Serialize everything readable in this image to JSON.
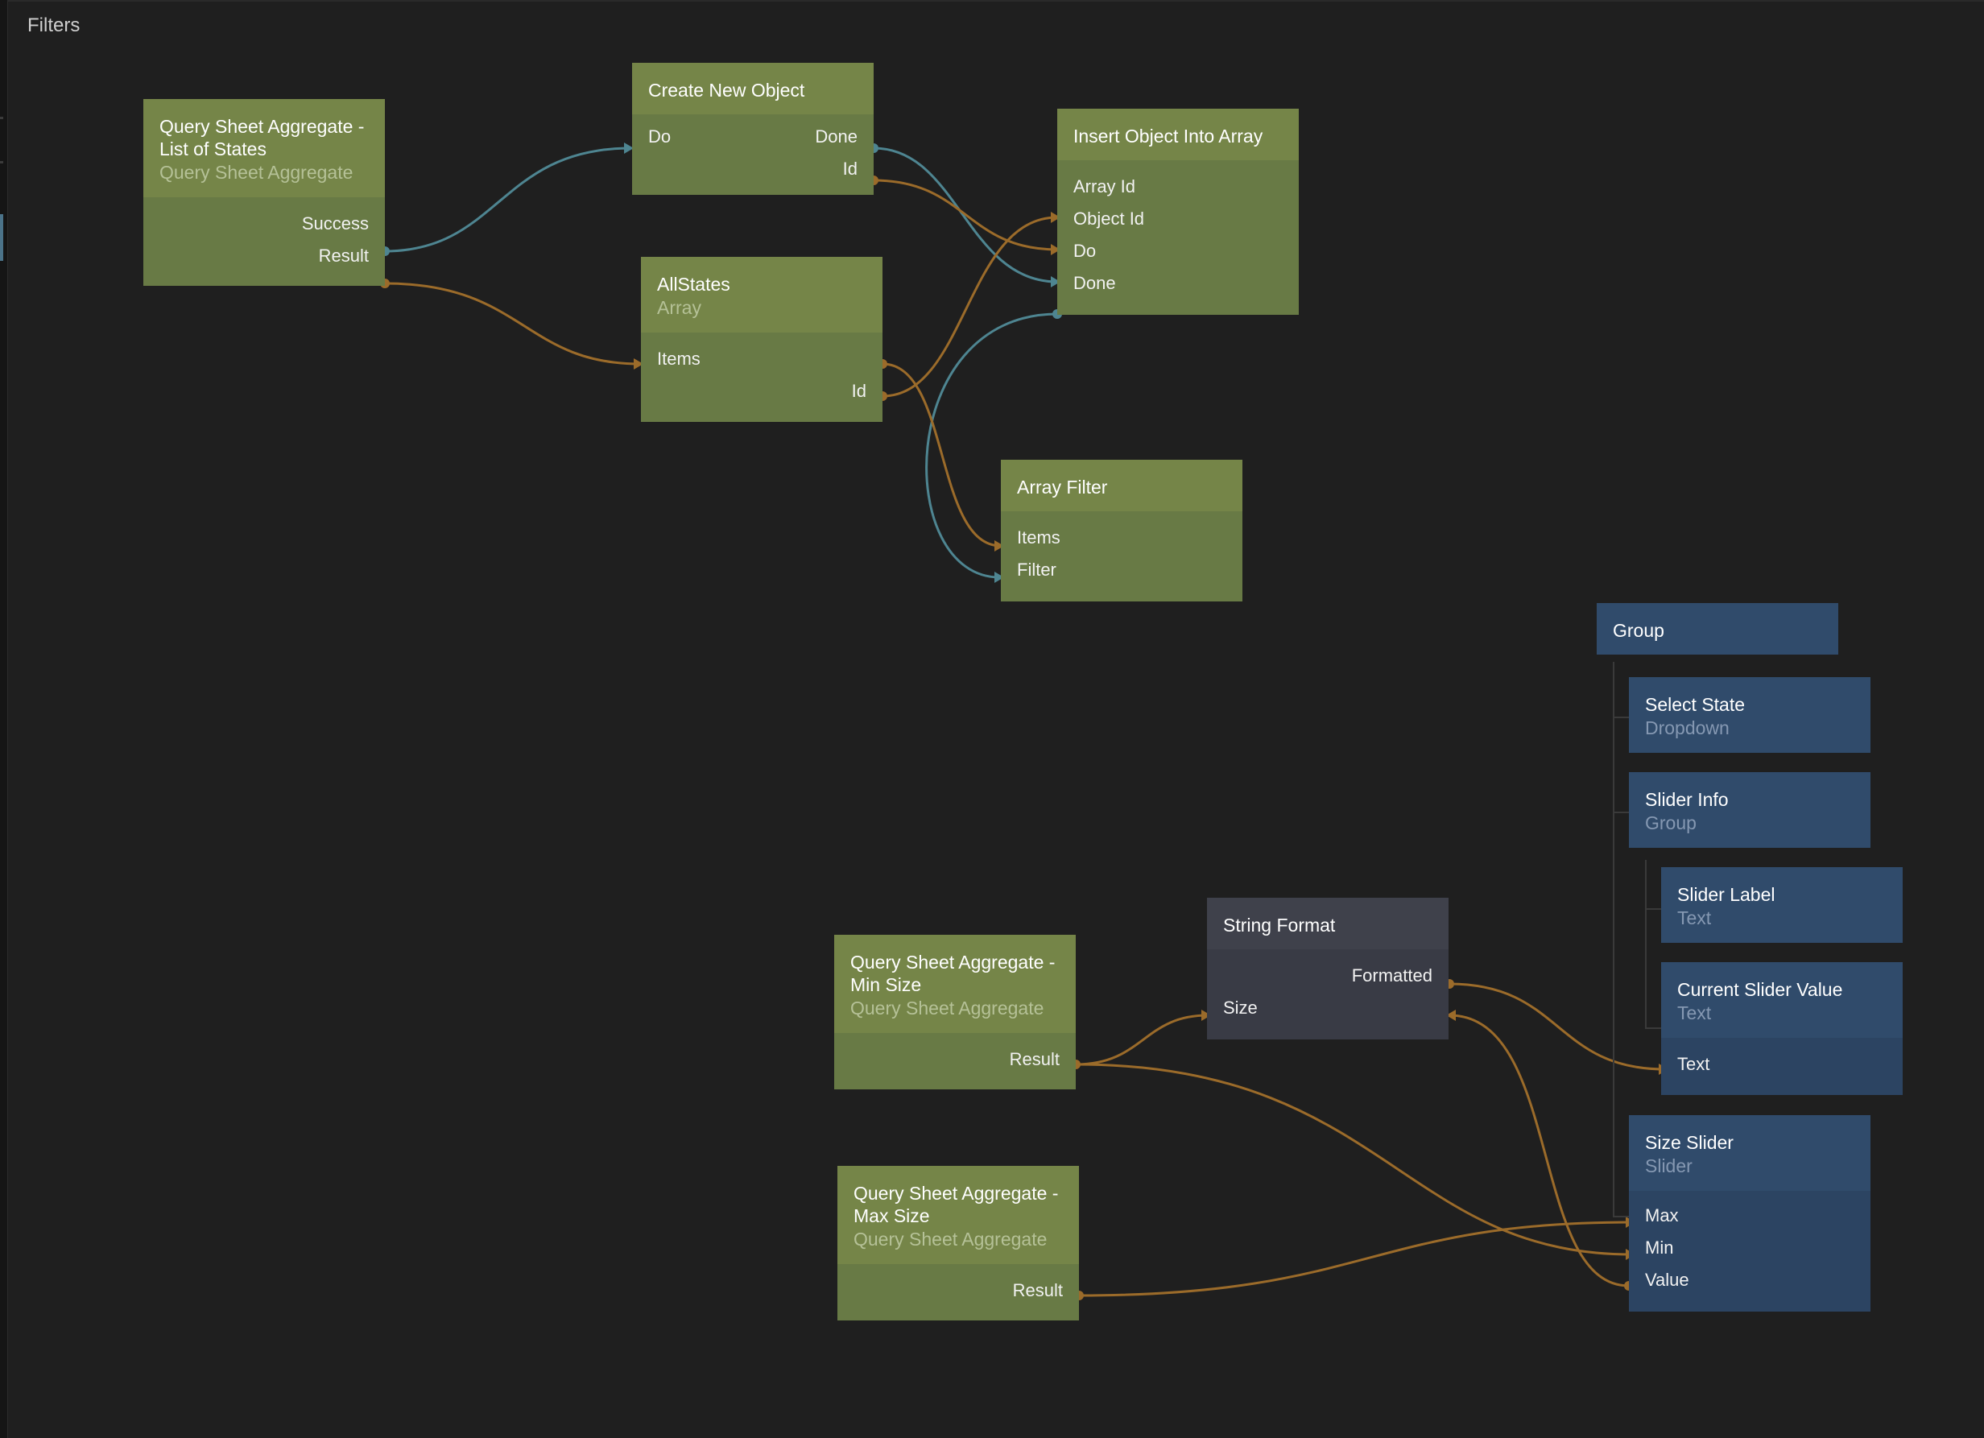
{
  "title": "Filters",
  "colors": {
    "background": "#1f1f1f",
    "green_node": "#758548",
    "blue_node": "#304b6b",
    "gray_node": "#3f414b",
    "signal_wire": "#4e8591",
    "data_wire": "#9b6b2a"
  },
  "nodes": {
    "qsa_states": {
      "title": "Query Sheet Aggregate - List of States",
      "subtitle": "Query Sheet Aggregate",
      "outputs": [
        "Success",
        "Result"
      ]
    },
    "create_object": {
      "title": "Create New Object",
      "inputs": [
        "Do"
      ],
      "outputs": [
        "Done",
        "Id"
      ]
    },
    "insert_object": {
      "title": "Insert Object Into Array",
      "inputs": [
        "Array Id",
        "Object Id",
        "Do",
        "Done"
      ]
    },
    "all_states": {
      "title": "AllStates",
      "subtitle": "Array",
      "inputs": [
        "Items"
      ],
      "outputs": [
        "Id"
      ]
    },
    "array_filter": {
      "title": "Array Filter",
      "inputs": [
        "Items",
        "Filter"
      ]
    },
    "group": {
      "title": "Group"
    },
    "select_state": {
      "title": "Select State",
      "subtitle": "Dropdown"
    },
    "slider_info": {
      "title": "Slider Info",
      "subtitle": "Group"
    },
    "slider_label": {
      "title": "Slider Label",
      "subtitle": "Text"
    },
    "current_slider_value": {
      "title": "Current Slider Value",
      "subtitle": "Text",
      "inputs": [
        "Text"
      ]
    },
    "size_slider": {
      "title": "Size Slider",
      "subtitle": "Slider",
      "inputs": [
        "Max",
        "Min",
        "Value"
      ]
    },
    "string_format": {
      "title": "String Format",
      "inputs": [
        "Size"
      ],
      "outputs": [
        "Formatted"
      ]
    },
    "qsa_min": {
      "title": "Query Sheet Aggregate - Min Size",
      "subtitle": "Query Sheet Aggregate",
      "outputs": [
        "Result"
      ]
    },
    "qsa_max": {
      "title": "Query Sheet Aggregate - Max Size",
      "subtitle": "Query Sheet Aggregate",
      "outputs": [
        "Result"
      ]
    }
  }
}
